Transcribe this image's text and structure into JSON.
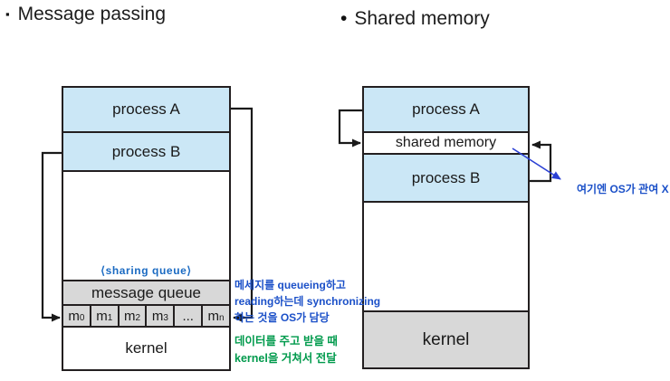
{
  "headings": {
    "left": {
      "bullet": "▪",
      "label": "Message passing"
    },
    "right": {
      "bullet": "•",
      "label": "Shared memory"
    }
  },
  "message_passing": {
    "process_a": "process A",
    "process_b": "process B",
    "sharing_queue_label": "⟨sharing queue⟩",
    "message_queue_label": "message queue",
    "queue_cells": [
      {
        "main": "m",
        "sub": "0"
      },
      {
        "main": "m",
        "sub": "1"
      },
      {
        "main": "m",
        "sub": "2"
      },
      {
        "main": "m",
        "sub": "3"
      },
      {
        "main": "...",
        "sub": ""
      },
      {
        "main": "m",
        "sub": "n"
      }
    ],
    "kernel_label": "kernel"
  },
  "shared_memory": {
    "process_a": "process A",
    "shared_memory_label": "shared memory",
    "process_b": "process B",
    "kernel_label": "kernel"
  },
  "annotations": {
    "sync_note_line1": "메세지를 queueing하고",
    "sync_note_line2": "reading하는데 synchronizing",
    "sync_note_line3": "하는 것을 OS가 담당",
    "kernel_note_line1": "데이터를 주고 받을 때",
    "kernel_note_line2": "kernel을 거쳐서 전달",
    "os_note": "여기엔 OS가 관여 X"
  },
  "colors": {
    "process_fill": "#cbe7f6",
    "queue_fill": "#d8d8d8",
    "kernel_fill": "#d8d8d8",
    "border": "#231f20",
    "annotation_blue": "#1b50c8",
    "annotation_green": "#009a4c",
    "sharing_queue_blue": "#1a6ac2",
    "arrow_blue": "#2a3fd4"
  }
}
